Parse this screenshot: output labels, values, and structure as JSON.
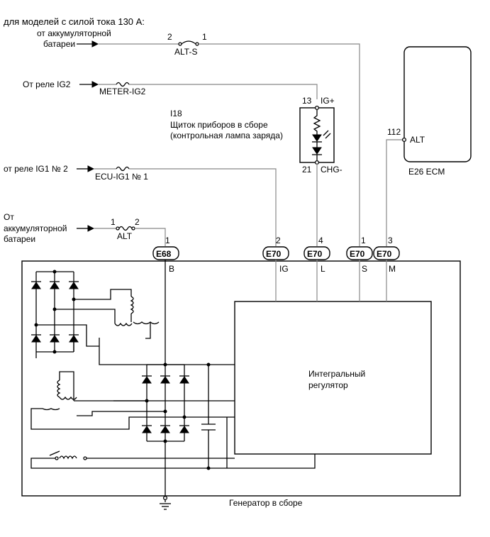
{
  "header": "для моделей с силой тока 130 А:",
  "sources": {
    "battery_top_1": "от аккумуляторной",
    "battery_top_2": "батареи",
    "relay_ig2": "От реле IG2",
    "relay_ig1": "от реле IG1 № 2",
    "battery_bottom_1": "От",
    "battery_bottom_2": "аккумуляторной",
    "battery_bottom_3": "батареи"
  },
  "fuses": {
    "alt_s": {
      "name": "ALT-S",
      "pin_left": "2",
      "pin_right": "1"
    },
    "meter_ig2": {
      "name": "METER-IG2"
    },
    "ecu_ig1": {
      "name": "ECU-IG1 № 1"
    },
    "alt": {
      "name": "ALT",
      "pin_left": "1",
      "pin_right": "2"
    }
  },
  "meter": {
    "id": "I18",
    "desc_1": "Щиток приборов в сборе",
    "desc_2": "(контрольная лампа заряда)",
    "pin_top": "13",
    "pin_top_name": "IG+",
    "pin_bottom": "21",
    "pin_bottom_name": "CHG-"
  },
  "ecm": {
    "label": "E26  ECM",
    "pin": "112",
    "pin_name": "ALT"
  },
  "connectors": [
    {
      "code": "E68",
      "pin": "1",
      "signal": "B"
    },
    {
      "code": "E70",
      "pin": "2",
      "signal": "IG"
    },
    {
      "code": "E70",
      "pin": "4",
      "signal": "L"
    },
    {
      "code": "E70",
      "pin": "1",
      "signal": "S"
    },
    {
      "code": "E70",
      "pin": "3",
      "signal": "M"
    }
  ],
  "regulator": {
    "line_1": "Интегральный",
    "line_2": "регулятор"
  },
  "generator_label": "Генератор в сборе"
}
